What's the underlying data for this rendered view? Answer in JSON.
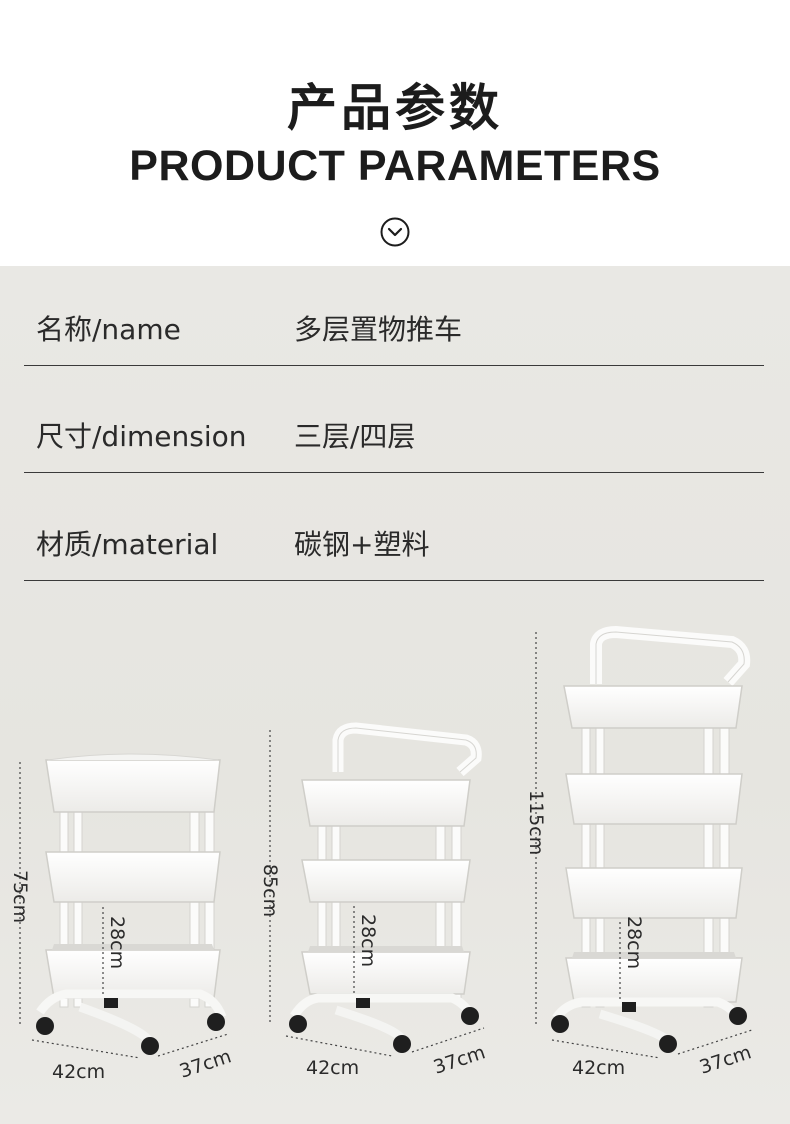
{
  "header": {
    "title_cn": "产品参数",
    "title_en": "PRODUCT PARAMETERS",
    "chevron_icon": "chevron-down-circle-icon"
  },
  "params": [
    {
      "label": "名称/name",
      "value": "多层置物推车"
    },
    {
      "label": "尺寸/dimension",
      "value": "三层/四层"
    },
    {
      "label": "材质/material",
      "value": "碳钢+塑料"
    }
  ],
  "carts": {
    "three_tier": {
      "height": "75cm",
      "gap": "28cm",
      "width": "42cm",
      "depth": "37cm"
    },
    "three_tier_handle": {
      "height": "85cm",
      "gap": "28cm",
      "width": "42cm",
      "depth": "37cm"
    },
    "four_tier_handle": {
      "height": "115cm",
      "gap": "28cm",
      "width": "42cm",
      "depth": "37cm"
    }
  },
  "colors": {
    "panel": "#e8e7e3",
    "cart": "#ffffff",
    "text": "#1c1c1c"
  }
}
